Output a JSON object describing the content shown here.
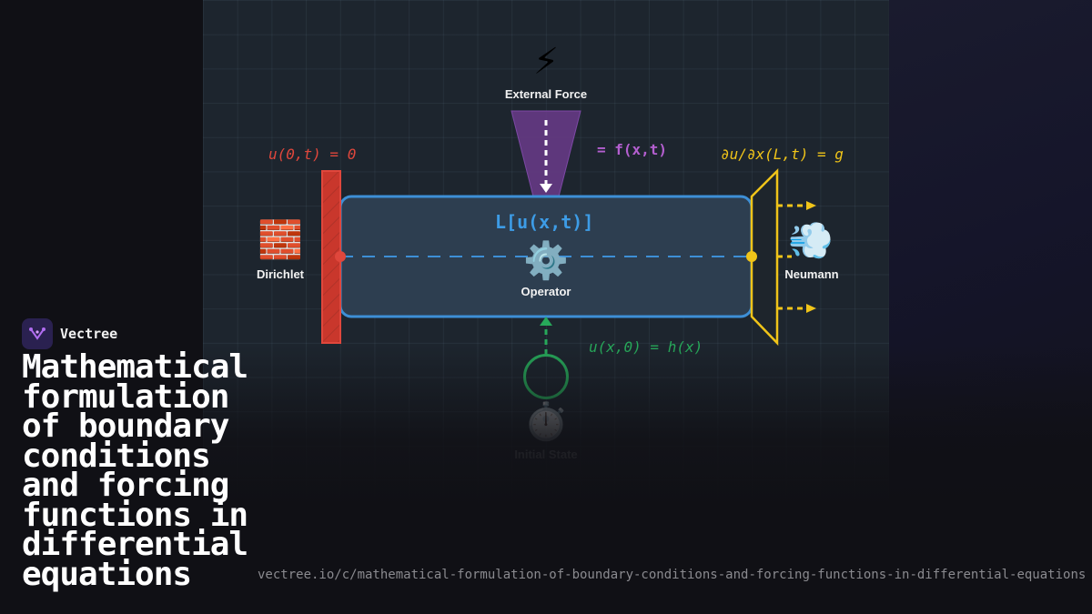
{
  "brand": {
    "name": "Vectree"
  },
  "title": "Mathematical formulation of boundary conditions and forcing functions in differential equations",
  "url": "vectree.io/c/mathematical-formulation-of-boundary-conditions-and-forcing-functions-in-differential-equations",
  "diagram": {
    "external_force": {
      "emoji": "⚡",
      "label": "External Force",
      "equation": "= f(x,t)"
    },
    "dirichlet": {
      "emoji": "🧱",
      "label": "Dirichlet",
      "equation": "u(0,t) = 0"
    },
    "neumann": {
      "emoji": "💨",
      "label": "Neumann",
      "equation": "∂u/∂x(L,t) = g"
    },
    "operator": {
      "emoji": "⚙️",
      "label": "Operator",
      "equation": "L[u(x,t)]"
    },
    "initial_state": {
      "emoji": "⏱️",
      "label": "Initial State",
      "equation": "u(x,0) = h(x)"
    }
  },
  "colors": {
    "dirichlet": "#e0473c",
    "neumann": "#f0c419",
    "force": "#9b59b6",
    "operator": "#3d8fd6",
    "initial": "#27a85a"
  }
}
